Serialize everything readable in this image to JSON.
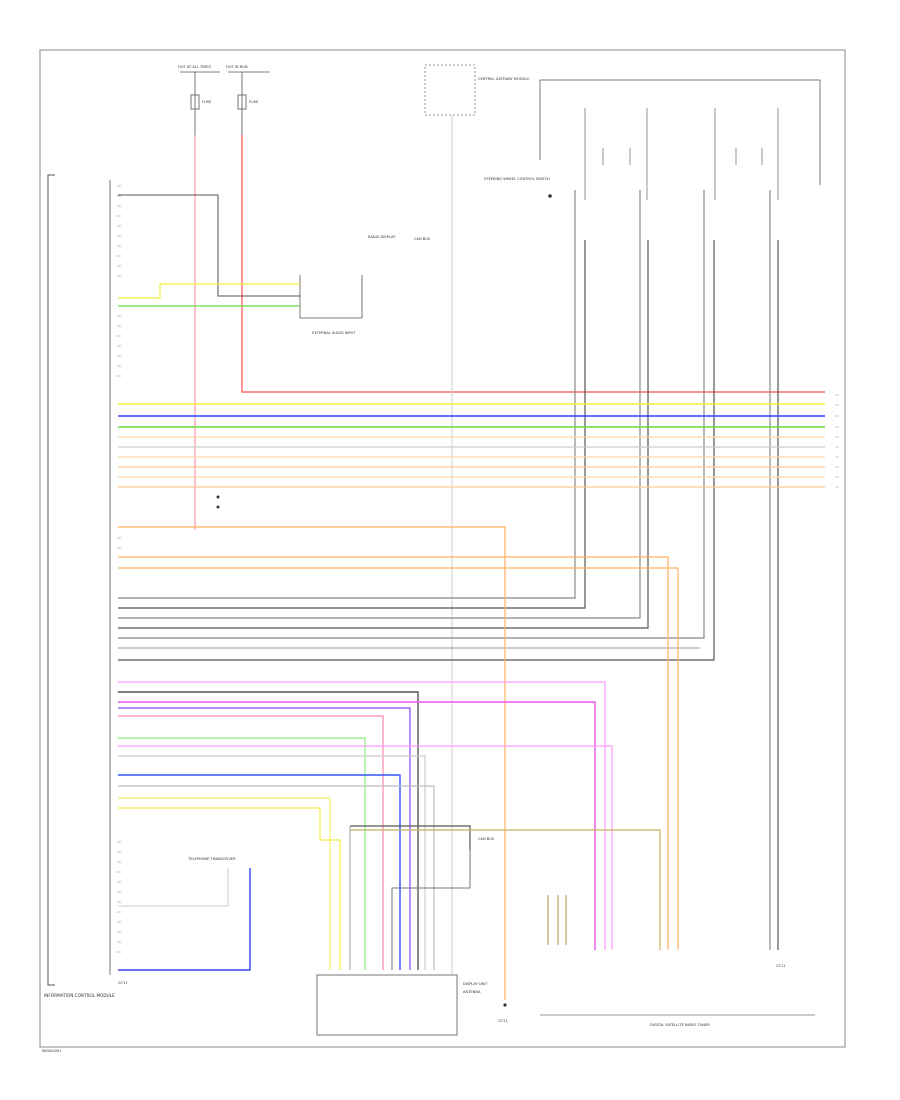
{
  "diagram": {
    "footer_code": "W0000001",
    "left_module": "INFORMATION CONTROL MODULE",
    "ground_label": "G711",
    "horn_ground_label": "G711",
    "fuse_labels": [
      "HOT AT ALL TIMES",
      "HOT IN RUN"
    ],
    "fuse_names": [
      "FUSE",
      "FUSE"
    ],
    "upper_mid_module": "EXTERNAL AUDIO INPUT",
    "top_center_module": "CENTRAL GATEWAY MODULE",
    "steer_switch_label": "STEERING WHEEL CONTROL SWITCH",
    "telephone_module": "TELEPHONE TRANSCEIVER",
    "can_label": "CAN BUS",
    "bottom_right_module": "DIGITAL SATELLITE RADIO TUNER",
    "bottom_center_module": "DISPLAY UNIT",
    "bottom_small_labels": [
      "ANTENNA",
      "G711"
    ],
    "mid_labels": [
      "RADIO DISPLAY",
      "CAN BUS"
    ],
    "wire_colors": {
      "red": "#ff4d4d",
      "pink": "#ff9aa2",
      "yellow": "#f3ef3a",
      "green": "#66dd44",
      "blue": "#2244ff",
      "orange": "#ffb060",
      "peach": "#ffd8a8",
      "magenta": "#ee55ee",
      "violet": "#a060ff",
      "gray": "#999999",
      "dark": "#444444",
      "olive": "#c8b060",
      "lightgray": "#cccccc",
      "border": "#888888"
    }
  }
}
